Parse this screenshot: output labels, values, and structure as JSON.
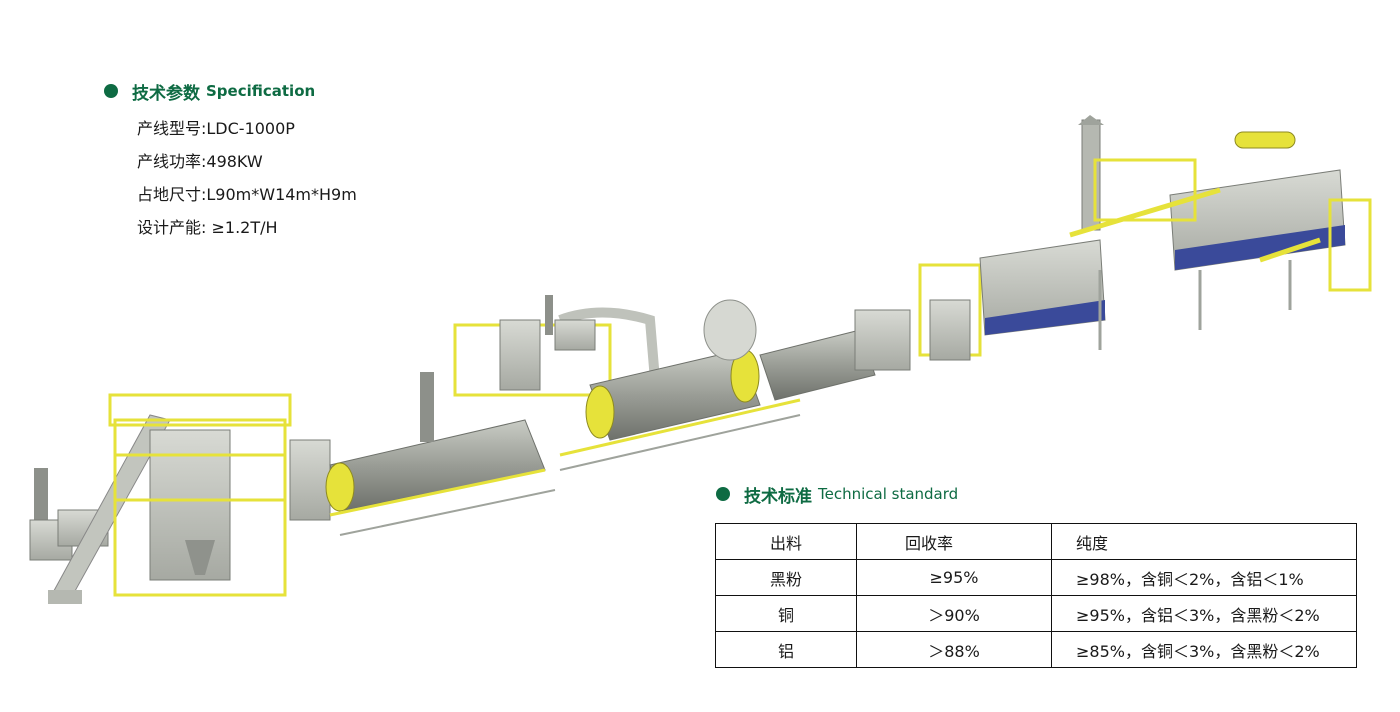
{
  "specification": {
    "title_cn": "技术参数",
    "title_en": "Specification",
    "lines": [
      "产线型号:LDC-1000P",
      "产线功率:498KW",
      "占地尺寸:L90m*W14m*H9m",
      "设计产能: ≥1.2T/H"
    ]
  },
  "technical_standard": {
    "title_cn": "技术标准",
    "title_en": "Technical standard",
    "headers": [
      "出料",
      "回收率",
      "纯度"
    ],
    "rows": [
      [
        "黑粉",
        "≥95%",
        "≥98%，含铜＜2%，含铝＜1%"
      ],
      [
        "铜",
        "＞90%",
        "≥95%，含铝＜3%，含黑粉＜2%"
      ],
      [
        "铝",
        "＞88%",
        "≥85%，含铜＜3%，含黑粉＜2%"
      ]
    ]
  },
  "colors": {
    "accent_green": "#0e6b43",
    "frame_yellow": "#e6e23a",
    "steel_gray": "#9fa39c"
  }
}
